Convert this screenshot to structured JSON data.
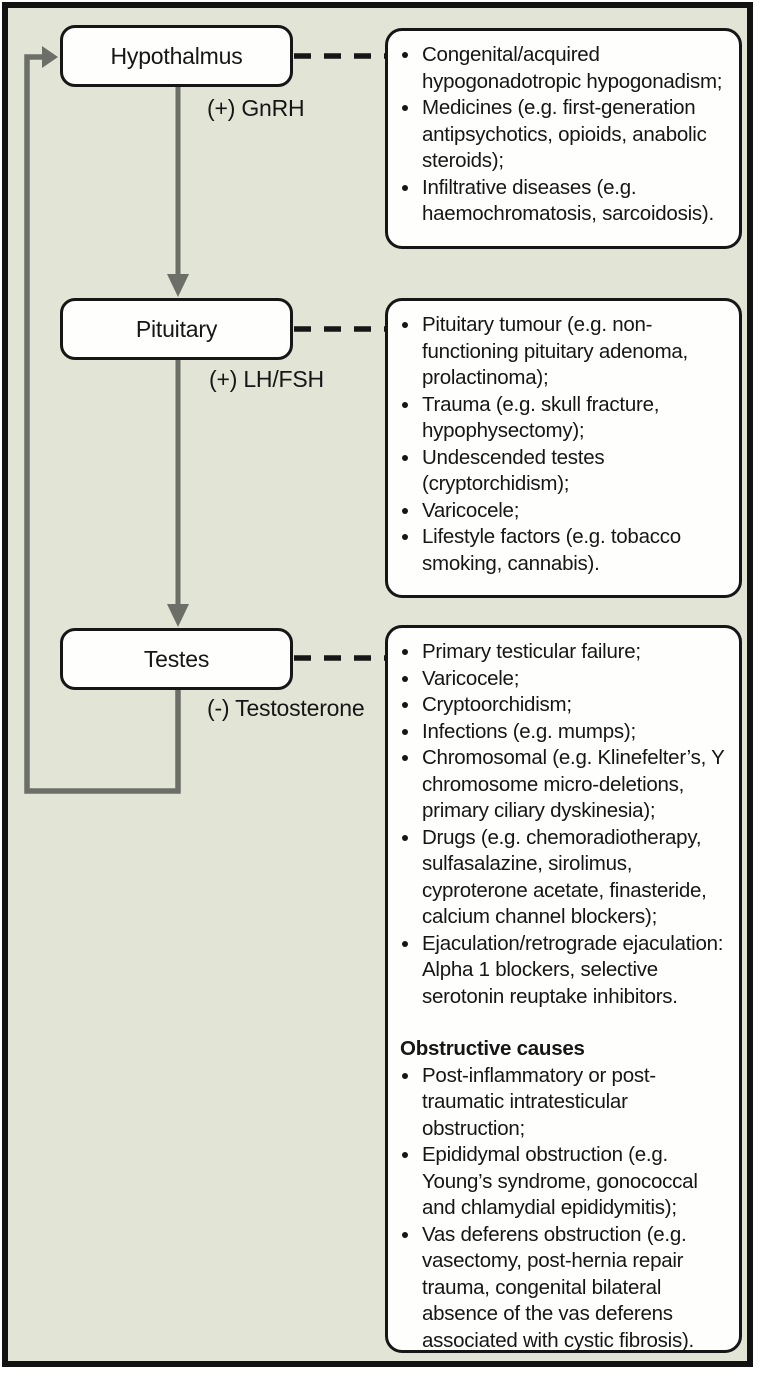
{
  "diagram": {
    "title": "Hypothalamic-pituitary-testes axis with causes of dysfunction",
    "colors": {
      "background": "#e2e5d6",
      "node_fill": "#fefefc",
      "border": "#161616",
      "arrow": "#6b6f67"
    },
    "nodes": [
      {
        "label": "Hypothalmus",
        "hormone": "(+) GnRH"
      },
      {
        "label": "Pituitary",
        "hormone": "(+) LH/FSH"
      },
      {
        "label": "Testes",
        "hormone": "(-) Testosterone"
      }
    ],
    "panels": [
      {
        "bullets": [
          "Congenital/acquired hypogonadotropic hypogonadism;",
          "Medicines (e.g. first-generation antipsychotics, opioids, anabolic steroids);",
          "Infiltrative diseases (e.g. haemochromatosis, sarcoidosis)."
        ]
      },
      {
        "bullets": [
          "Pituitary tumour (e.g. non-functioning pituitary adenoma, prolactinoma);",
          "Trauma (e.g. skull fracture, hypophysectomy);",
          "Undescended testes (cryptorchidism);",
          "Varicocele;",
          "Lifestyle factors (e.g. tobacco smoking, cannabis)."
        ]
      },
      {
        "bullets": [
          "Primary testicular failure;",
          "Varicocele;",
          "Cryptoorchidism;",
          "Infections (e.g. mumps);",
          "Chromosomal (e.g. Klinefelter’s, Y chromosome micro-deletions, primary ciliary dyskinesia);",
          "Drugs (e.g. chemoradiotherapy, sulfasalazine, sirolimus, cyproterone acetate, finasteride, calcium channel blockers);",
          "Ejaculation/retrograde ejaculation: Alpha 1 blockers, selective serotonin reuptake inhibitors."
        ],
        "subheading": "Obstructive causes",
        "sub_bullets": [
          "Post-inflammatory or post-traumatic intratesticular obstruction;",
          "Epididymal obstruction (e.g. Young’s syndrome, gonococcal and chlamydial epididymitis);",
          "Vas deferens obstruction (e.g. vasectomy, post-hernia repair trauma, congenital bilateral absence of the vas deferens associated with cystic fibrosis)."
        ]
      }
    ]
  }
}
